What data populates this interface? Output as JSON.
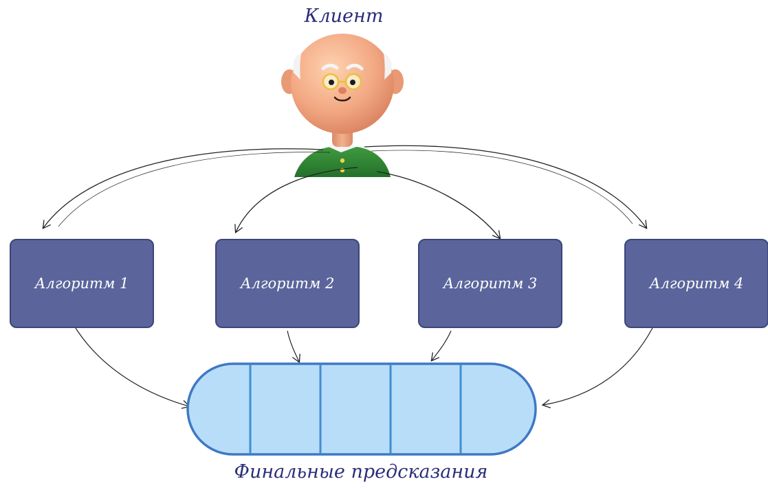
{
  "client": {
    "label": "Клиент"
  },
  "algorithms": [
    {
      "label": "Алгоритм 1"
    },
    {
      "label": "Алгоритм 2"
    },
    {
      "label": "Алгоритм 3"
    },
    {
      "label": "Алгоритм 4"
    }
  ],
  "final": {
    "label": "Финальные предсказания",
    "segments": 5
  },
  "colors": {
    "title_text": "#2a2d7a",
    "algo_fill": "#5b659b",
    "algo_border": "#3c4577",
    "capsule_fill": "#b8ddf8",
    "capsule_border": "#3f78c4",
    "arrow": "#222222"
  },
  "icons": {
    "client": "bald-man-with-glasses-avatar-icon"
  }
}
